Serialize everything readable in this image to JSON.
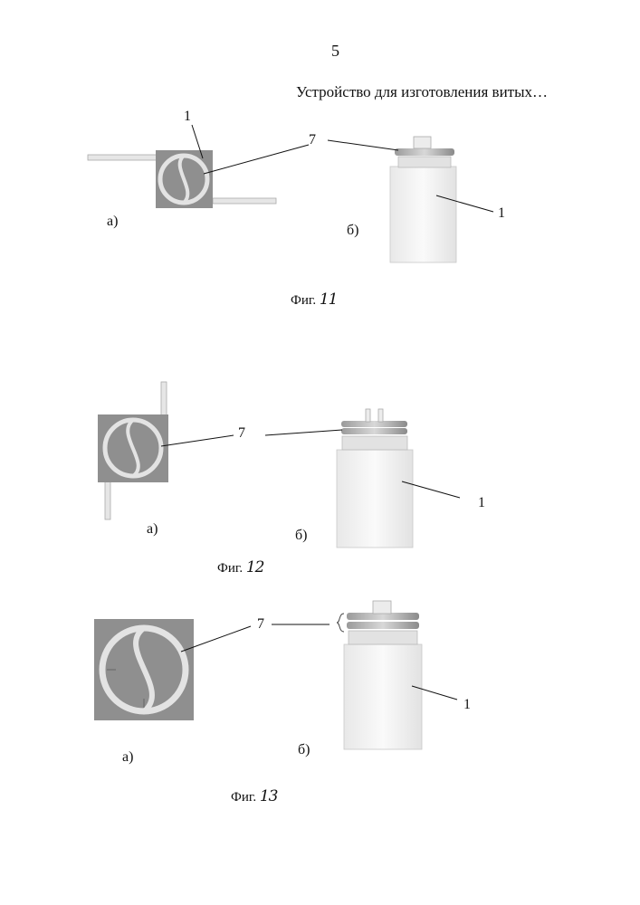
{
  "page_number": "5",
  "header": "Устройство для изготовления витых…",
  "figures": [
    {
      "caption_prefix": "Фиг.",
      "caption_number": "11",
      "part_a": "а)",
      "part_b": "б)",
      "ref_device": "1",
      "ref_coil": "7",
      "ref_body": "1"
    },
    {
      "caption_prefix": "Фиг.",
      "caption_number": "12",
      "part_a": "а)",
      "part_b": "б)",
      "ref_coil": "7",
      "ref_body": "1"
    },
    {
      "caption_prefix": "Фиг.",
      "caption_number": "13",
      "part_a": "а)",
      "part_b": "б)",
      "ref_coil": "7",
      "ref_body": "1"
    }
  ]
}
